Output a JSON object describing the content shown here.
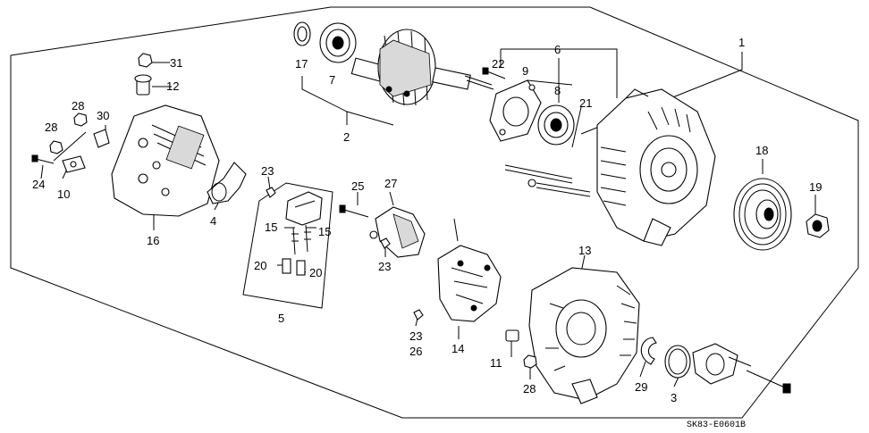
{
  "diagram_code": "SK83-E0601B",
  "labels": [
    "1",
    "2",
    "3",
    "4",
    "5",
    "6",
    "7",
    "8",
    "9",
    "10",
    "11",
    "12",
    "13",
    "14",
    "15",
    "15",
    "16",
    "17",
    "18",
    "19",
    "20",
    "20",
    "21",
    "22",
    "23",
    "23",
    "23",
    "24",
    "25",
    "26",
    "27",
    "28",
    "28",
    "28",
    "29",
    "30",
    "31"
  ]
}
